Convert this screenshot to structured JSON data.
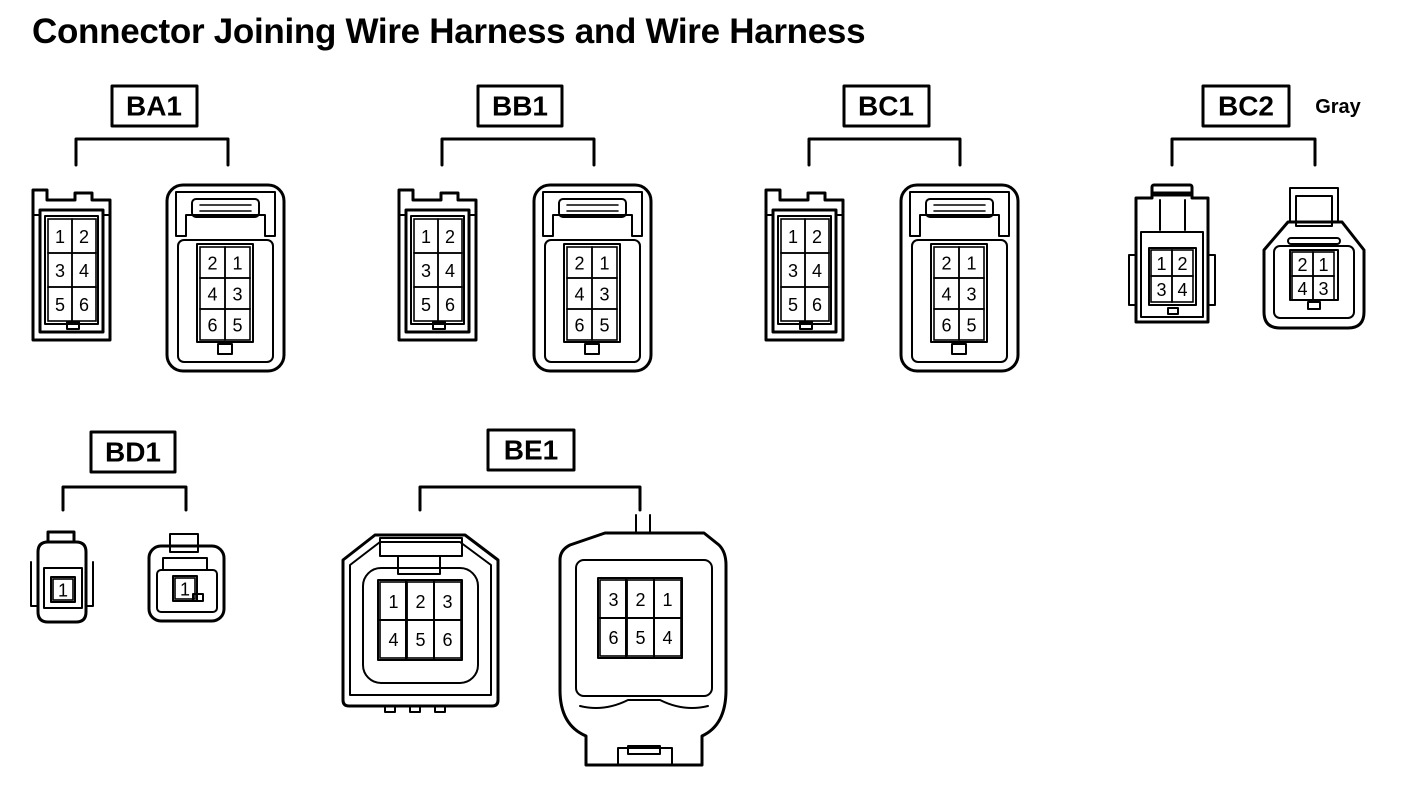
{
  "title": "Connector Joining Wire Harness and Wire Harness",
  "colors": {
    "line": "#000000",
    "background": "#ffffff"
  },
  "connectors": [
    {
      "id": "BA1",
      "label": "BA1",
      "note": "",
      "left_pins": [
        "1",
        "2",
        "3",
        "4",
        "5",
        "6"
      ],
      "right_pins": [
        "2",
        "1",
        "4",
        "3",
        "6",
        "5"
      ]
    },
    {
      "id": "BB1",
      "label": "BB1",
      "note": "",
      "left_pins": [
        "1",
        "2",
        "3",
        "4",
        "5",
        "6"
      ],
      "right_pins": [
        "2",
        "1",
        "4",
        "3",
        "6",
        "5"
      ]
    },
    {
      "id": "BC1",
      "label": "BC1",
      "note": "",
      "left_pins": [
        "1",
        "2",
        "3",
        "4",
        "5",
        "6"
      ],
      "right_pins": [
        "2",
        "1",
        "4",
        "3",
        "6",
        "5"
      ]
    },
    {
      "id": "BC2",
      "label": "BC2",
      "note": "Gray",
      "left_pins": [
        "1",
        "2",
        "3",
        "4"
      ],
      "right_pins": [
        "2",
        "1",
        "4",
        "3"
      ]
    },
    {
      "id": "BD1",
      "label": "BD1",
      "note": "",
      "left_pins": [
        "1"
      ],
      "right_pins": [
        "1"
      ]
    },
    {
      "id": "BE1",
      "label": "BE1",
      "note": "",
      "left_pins": [
        "1",
        "2",
        "3",
        "4",
        "5",
        "6"
      ],
      "right_pins": [
        "3",
        "2",
        "1",
        "6",
        "5",
        "4"
      ]
    }
  ]
}
